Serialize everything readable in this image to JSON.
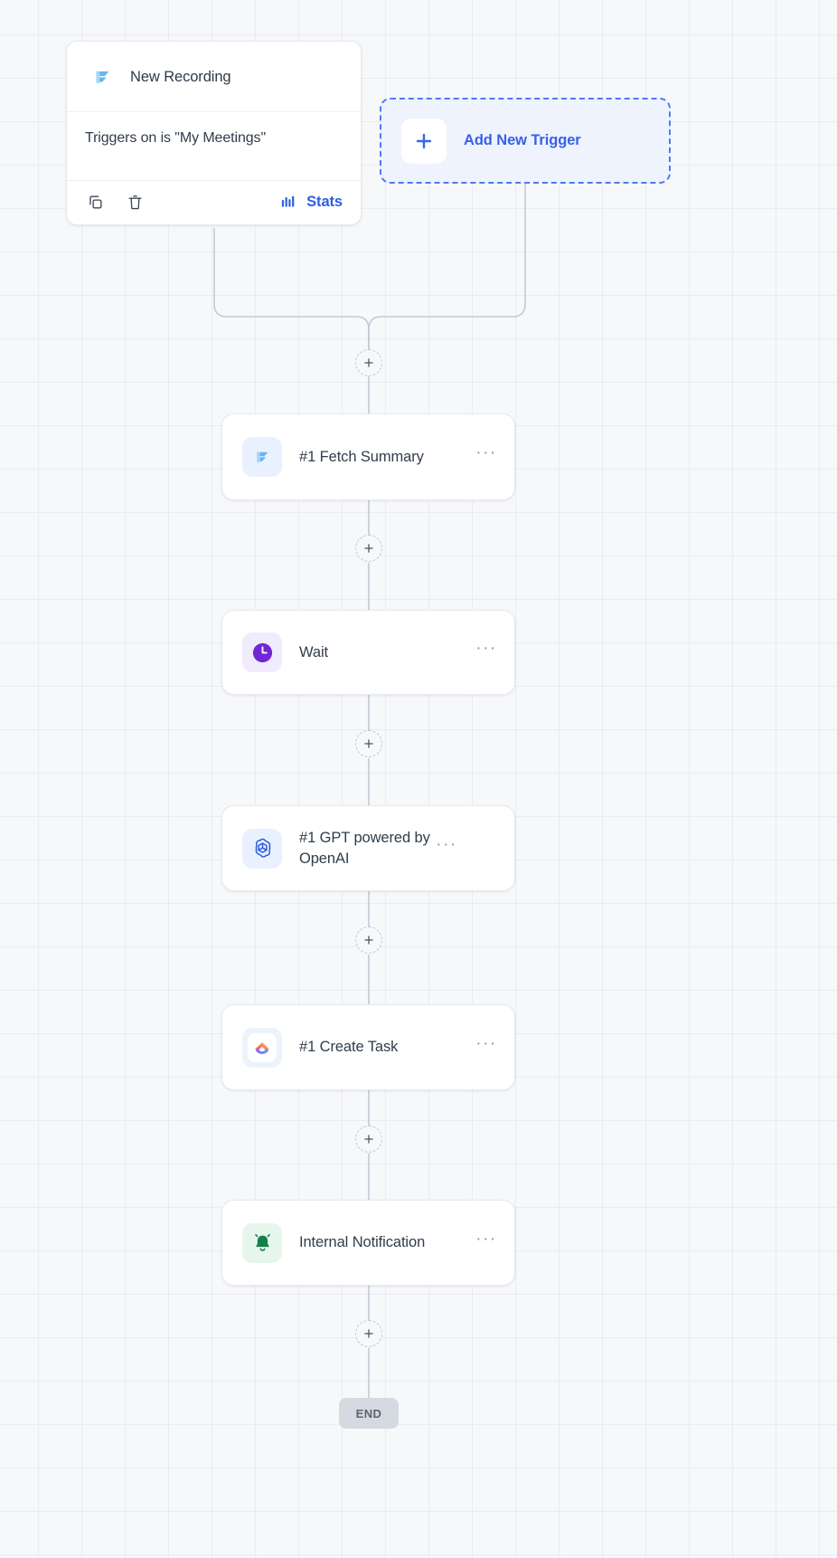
{
  "canvas": {
    "background_color": "#f7f8fa",
    "grid_color": "#cbd2dc",
    "accent_color": "#3761e6",
    "edge_color": "#c3cad4"
  },
  "trigger_card": {
    "icon": "fireflies-icon",
    "title": "New Recording",
    "condition": "Triggers on is \"My Meetings\"",
    "actions": {
      "duplicate": {
        "icon": "copy-icon",
        "label": ""
      },
      "delete": {
        "icon": "trash-icon",
        "label": ""
      },
      "stats": {
        "icon": "bar-chart-icon",
        "label": "Stats",
        "color": "#2f5de0"
      }
    }
  },
  "add_trigger": {
    "icon": "plus-icon",
    "label": "Add New Trigger",
    "border_color": "#4b7bf5",
    "fill_color": "#eef3fe",
    "text_color": "#3761e6"
  },
  "nodes": [
    {
      "label": "#1 Fetch Summary",
      "icon": "fireflies-icon",
      "icon_bg": "#eaf1fe",
      "menu_label": "···"
    },
    {
      "label": "Wait",
      "icon": "clock-icon",
      "icon_bg": "#f0ebfd",
      "menu_label": "···"
    },
    {
      "label": "#1 GPT powered by OpenAI",
      "icon": "openai-icon",
      "icon_bg": "#eaf1fe",
      "menu_label": "···"
    },
    {
      "label": "#1 Create Task",
      "icon": "clickup-icon",
      "icon_bg": "#edf2fd",
      "menu_label": "···"
    },
    {
      "label": "Internal Notification",
      "icon": "bell-icon",
      "icon_bg": "#e7f6ed",
      "menu_label": "···"
    }
  ],
  "add_step_buttons": [
    {
      "name": "add-step-after-trigger",
      "label": "+"
    },
    {
      "name": "add-step-after-fetch-summary",
      "label": "+"
    },
    {
      "name": "add-step-after-wait",
      "label": "+"
    },
    {
      "name": "add-step-after-gpt",
      "label": "+"
    },
    {
      "name": "add-step-after-create-task",
      "label": "+"
    },
    {
      "name": "add-step-after-notification",
      "label": "+"
    }
  ],
  "end_marker": {
    "label": "END"
  }
}
